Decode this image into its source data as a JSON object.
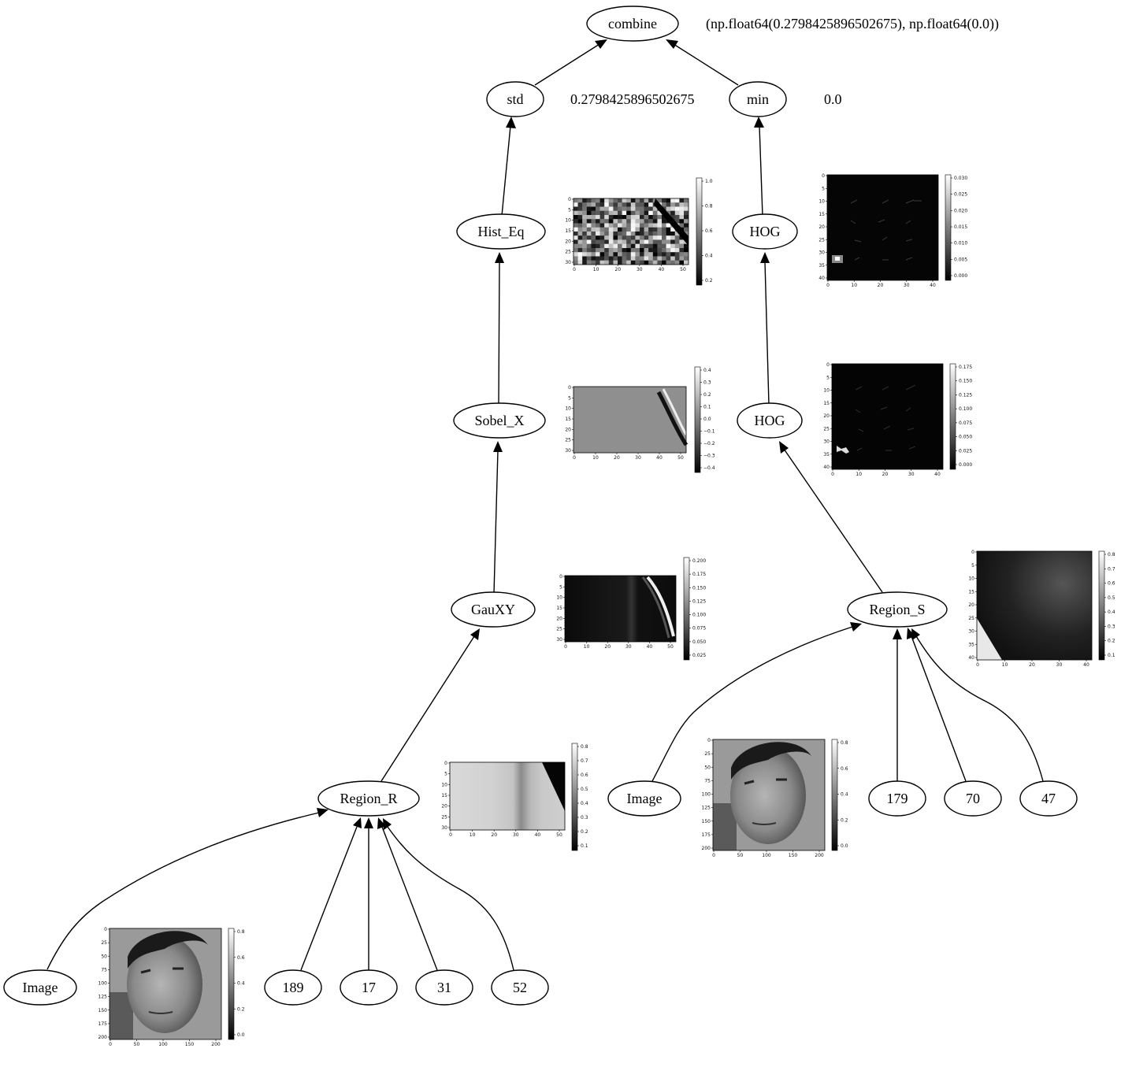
{
  "nodes": {
    "combine": "combine",
    "std": "std",
    "min": "min",
    "hist_eq": "Hist_Eq",
    "hog_top": "HOG",
    "sobel_x": "Sobel_X",
    "hog_mid": "HOG",
    "gauxy": "GauXY",
    "region_s": "Region_S",
    "region_r": "Region_R",
    "image_s": "Image",
    "n179": "179",
    "n70": "70",
    "n47": "47",
    "image_r": "Image",
    "n189": "189",
    "n17": "17",
    "n31": "31",
    "n52": "52"
  },
  "values": {
    "combine": "(np.float64(0.2798425896502675), np.float64(0.0))",
    "std": "0.2798425896502675",
    "min": "0.0"
  },
  "thumbnails": {
    "hist_eq": {
      "colorbar": [
        "1.0",
        "0.8",
        "0.6",
        "0.4",
        "0.2"
      ],
      "x_ticks": [
        "0",
        "10",
        "20",
        "30",
        "40",
        "50"
      ],
      "y_ticks": [
        "0",
        "5",
        "10",
        "15",
        "20",
        "25",
        "30"
      ]
    },
    "hog_top": {
      "colorbar": [
        "0.030",
        "0.025",
        "0.020",
        "0.015",
        "0.010",
        "0.005",
        "0.000"
      ],
      "x_ticks": [
        "0",
        "10",
        "20",
        "30",
        "40"
      ],
      "y_ticks": [
        "0",
        "5",
        "10",
        "15",
        "20",
        "25",
        "30",
        "35",
        "40"
      ]
    },
    "sobel_x": {
      "colorbar": [
        "0.4",
        "0.3",
        "0.2",
        "0.1",
        "0.0",
        "−0.1",
        "−0.2",
        "−0.3",
        "−0.4"
      ],
      "x_ticks": [
        "0",
        "10",
        "20",
        "30",
        "40",
        "50"
      ],
      "y_ticks": [
        "0",
        "5",
        "10",
        "15",
        "20",
        "25",
        "30"
      ]
    },
    "hog_mid": {
      "colorbar": [
        "0.175",
        "0.150",
        "0.125",
        "0.100",
        "0.075",
        "0.050",
        "0.025",
        "0.000"
      ],
      "x_ticks": [
        "0",
        "10",
        "20",
        "30",
        "40"
      ],
      "y_ticks": [
        "0",
        "5",
        "10",
        "15",
        "20",
        "25",
        "30",
        "35",
        "40"
      ]
    },
    "gauxy": {
      "colorbar": [
        "0.200",
        "0.175",
        "0.150",
        "0.125",
        "0.100",
        "0.075",
        "0.050",
        "0.025"
      ],
      "x_ticks": [
        "0",
        "10",
        "20",
        "30",
        "40",
        "50"
      ],
      "y_ticks": [
        "0",
        "5",
        "10",
        "15",
        "20",
        "25",
        "30"
      ]
    },
    "region_s": {
      "colorbar": [
        "0.8",
        "0.7",
        "0.6",
        "0.5",
        "0.4",
        "0.3",
        "0.2",
        "0.1"
      ],
      "x_ticks": [
        "0",
        "10",
        "20",
        "30",
        "40"
      ],
      "y_ticks": [
        "0",
        "5",
        "10",
        "15",
        "20",
        "25",
        "30",
        "35",
        "40"
      ]
    },
    "region_r": {
      "colorbar": [
        "0.8",
        "0.7",
        "0.6",
        "0.5",
        "0.4",
        "0.3",
        "0.2",
        "0.1"
      ],
      "x_ticks": [
        "0",
        "10",
        "20",
        "30",
        "40",
        "50"
      ],
      "y_ticks": [
        "0",
        "5",
        "10",
        "15",
        "20",
        "25",
        "30"
      ]
    },
    "image_s": {
      "colorbar": [
        "0.8",
        "0.6",
        "0.4",
        "0.2",
        "0.0"
      ],
      "x_ticks": [
        "0",
        "50",
        "100",
        "150",
        "200"
      ],
      "y_ticks": [
        "0",
        "25",
        "50",
        "75",
        "100",
        "125",
        "150",
        "175",
        "200"
      ]
    },
    "image_r": {
      "colorbar": [
        "0.8",
        "0.6",
        "0.4",
        "0.2",
        "0.0"
      ],
      "x_ticks": [
        "0",
        "50",
        "100",
        "150",
        "200"
      ],
      "y_ticks": [
        "0",
        "25",
        "50",
        "75",
        "100",
        "125",
        "150",
        "175",
        "200"
      ]
    }
  }
}
